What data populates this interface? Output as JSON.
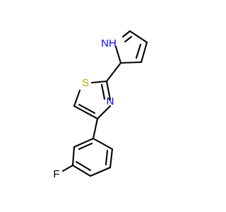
{
  "molecule": {
    "atoms": {
      "nh": {
        "label": "NH",
        "color": "#0000ff"
      },
      "s": {
        "label": "S",
        "color": "#b8a600"
      },
      "n": {
        "label": "N",
        "color": "#0000ff"
      },
      "f": {
        "label": "F",
        "color": "#000000"
      }
    }
  }
}
